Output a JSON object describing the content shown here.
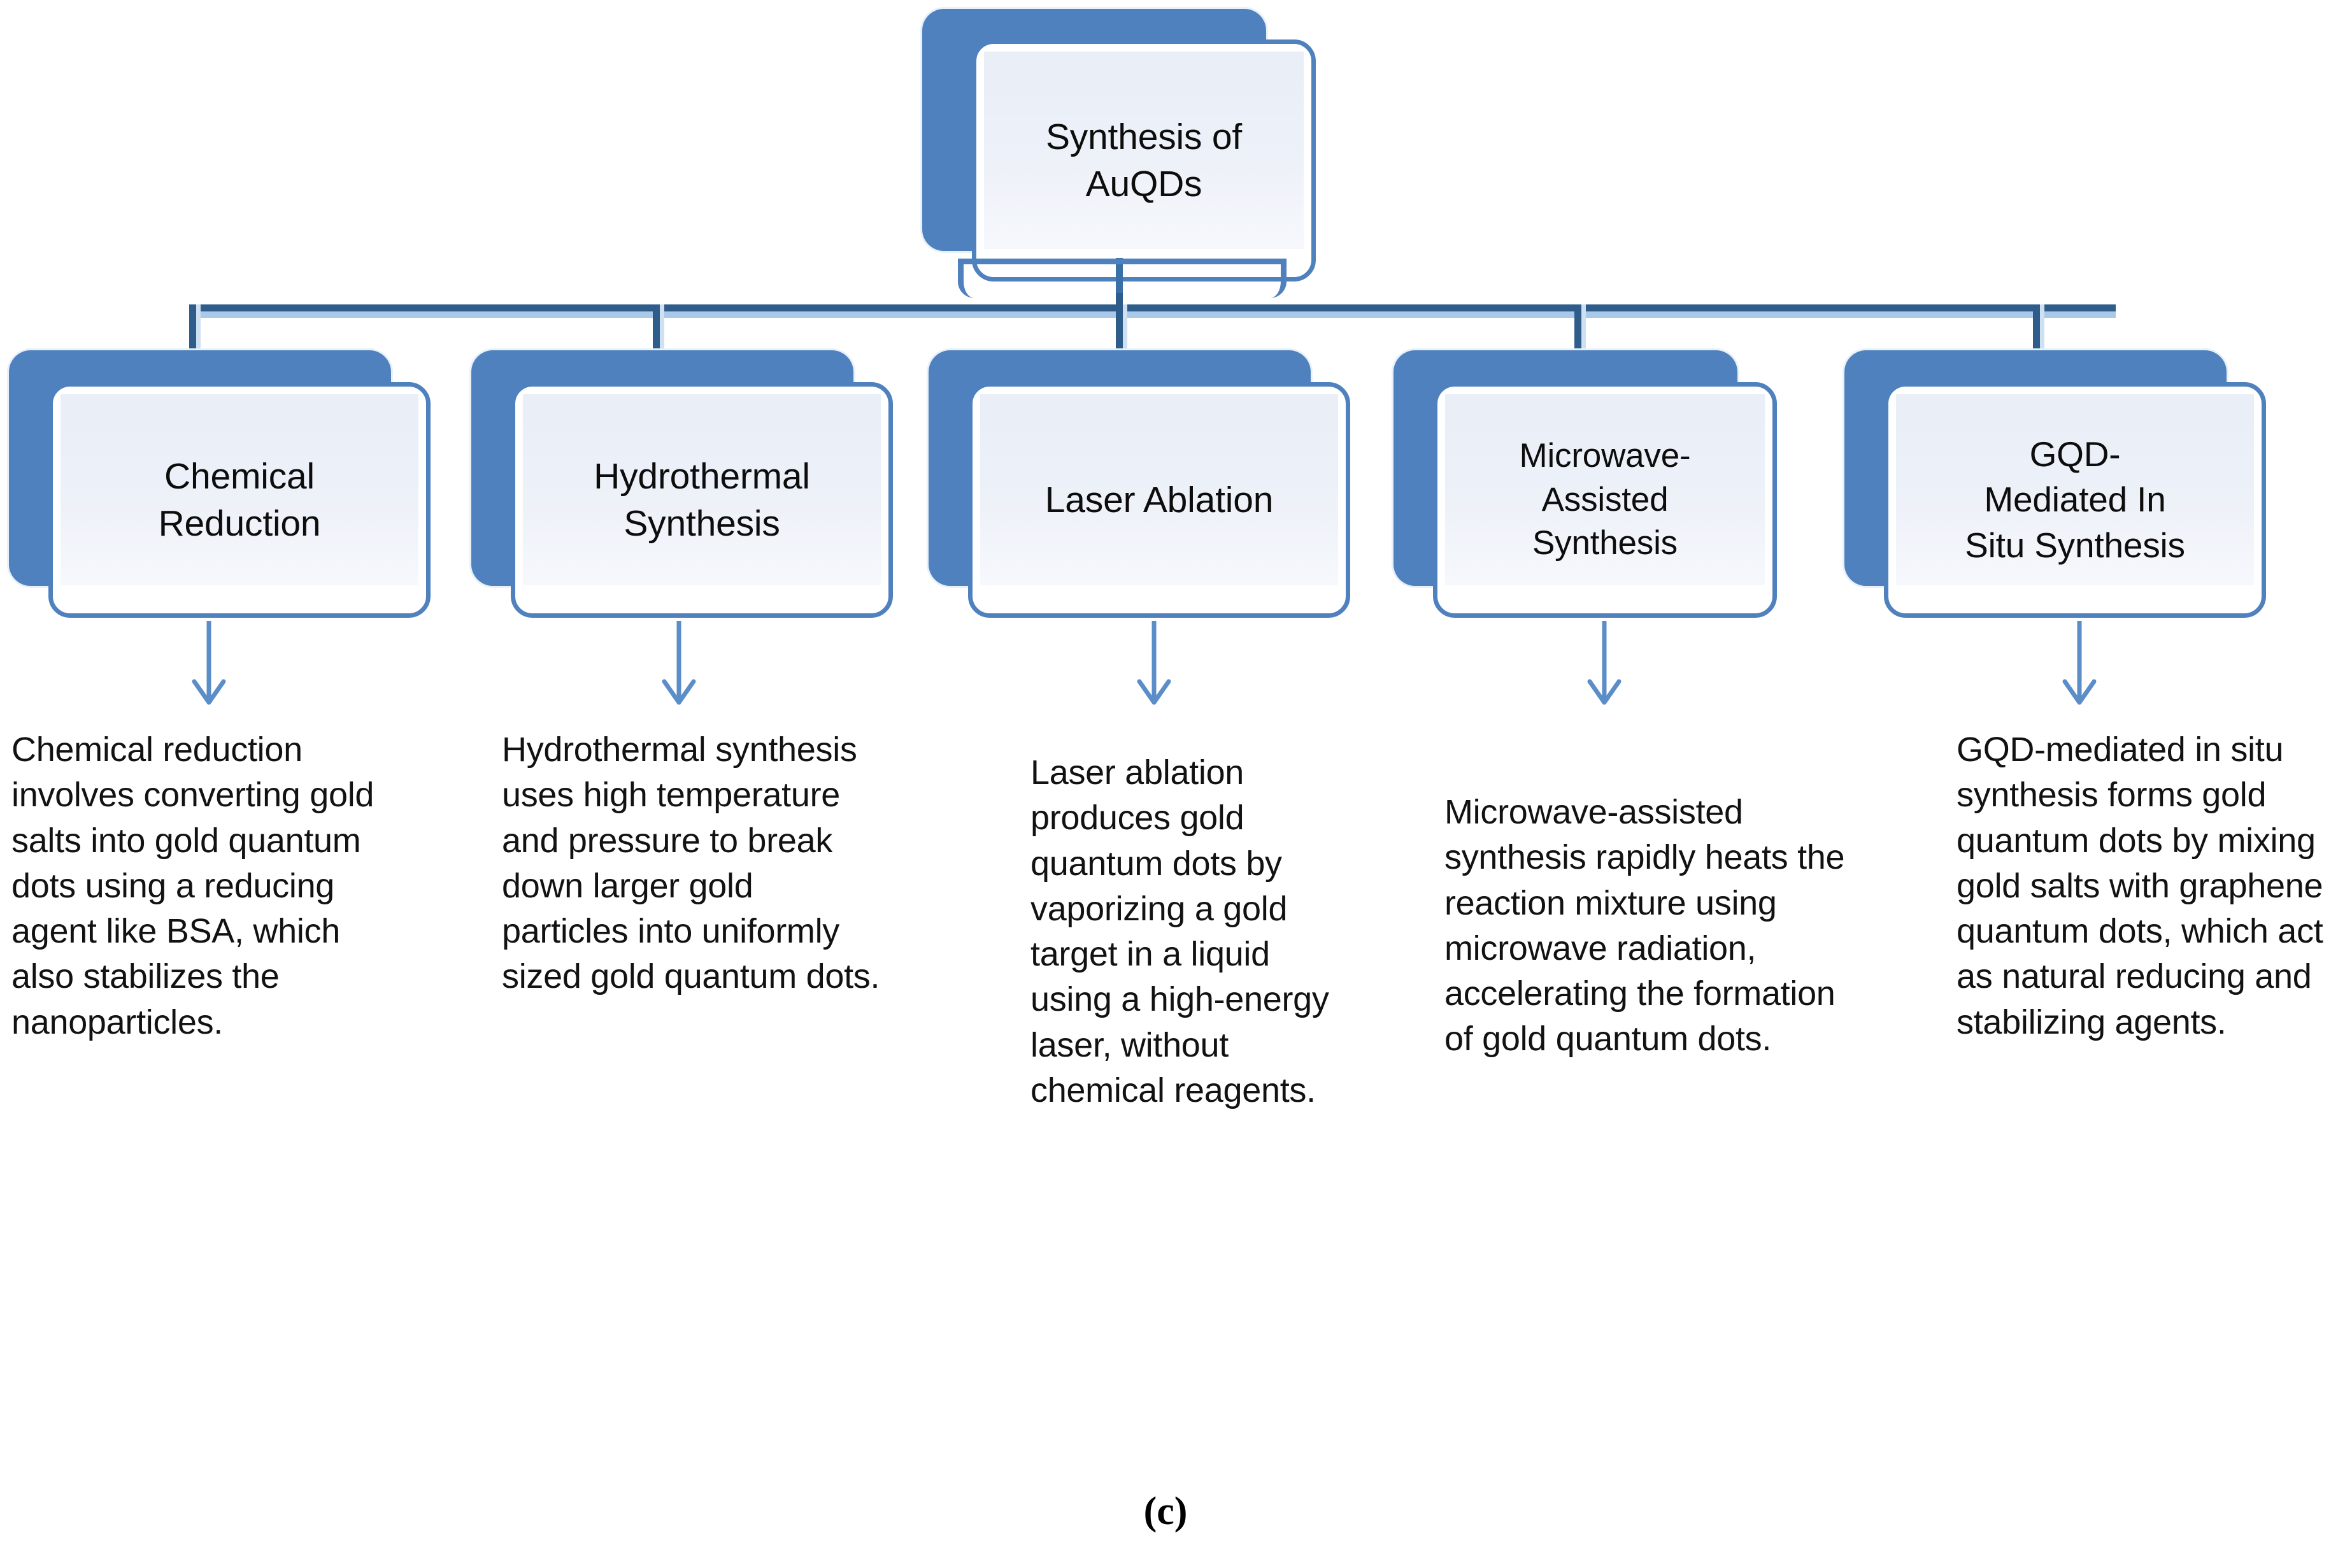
{
  "diagram": {
    "type": "hierarchy-flowchart",
    "caption": "(c)",
    "colors": {
      "node_blue": "#4E81BD",
      "connector_blue": "#2E5D8C",
      "connector_highlight": "#AAC8E8",
      "panel_fill": "#EAEFF7",
      "text": "#121212"
    },
    "root": {
      "label": "Synthesis of\nAuQDs",
      "label_line_1": "Synthesis of",
      "label_line_2": "AuQDs"
    },
    "branches": [
      {
        "id": "chemical-reduction",
        "title": "Chemical\nReduction",
        "title_line_1": "Chemical",
        "title_line_2": "Reduction",
        "description": "Chemical reduction involves converting gold salts into gold quantum dots using a reducing agent like BSA, which also stabilizes the nanoparticles."
      },
      {
        "id": "hydrothermal-synthesis",
        "title": "Hydrothermal\nSynthesis",
        "title_line_1": "Hydrothermal",
        "title_line_2": "Synthesis",
        "description": "Hydrothermal synthesis uses high temperature and pressure to break down larger gold particles into uniformly sized gold quantum dots."
      },
      {
        "id": "laser-ablation",
        "title": "Laser Ablation",
        "title_line_1": "Laser Ablation",
        "title_line_2": "",
        "description": "Laser ablation produces gold quantum dots by vaporizing a gold target in a liquid using a high-energy laser, without chemical reagents."
      },
      {
        "id": "microwave-assisted-synthesis",
        "title": "Microwave-\nAssisted\nSynthesis",
        "title_line_1": "Microwave-",
        "title_line_2": "Assisted",
        "title_line_3": "Synthesis",
        "description": "Microwave-assisted synthesis rapidly heats the reaction mixture using microwave radiation, accelerating the formation of gold quantum dots."
      },
      {
        "id": "gqd-mediated-in-situ-synthesis",
        "title": "GQD-\nMediated In\nSitu Synthesis",
        "title_line_1": "GQD-",
        "title_line_2": "Mediated In",
        "title_line_3": "Situ Synthesis",
        "description": "GQD-mediated in situ synthesis forms gold quantum dots by mixing gold salts with graphene quantum dots, which act as natural reducing and stabilizing agents."
      }
    ]
  }
}
